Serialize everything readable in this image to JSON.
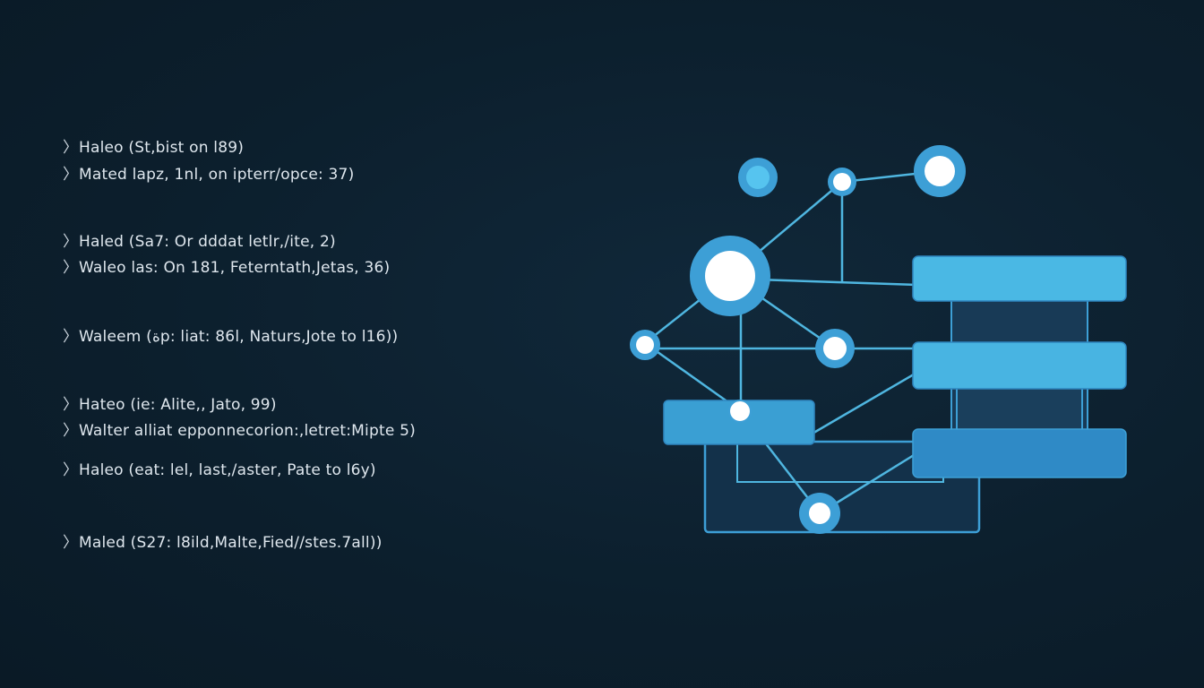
{
  "log": {
    "prompt_glyph": "〉",
    "lines": [
      "Haleo (St,bist on l89)",
      "Mated lapz, 1nl, on ipterr/opce: 37)",
      "Haled (Sa7: Or dddat letlr,/ite, 2)",
      "Waleo las: On 181, Feterntath,Jetas, 36)",
      "Waleem (ةp: liat: 86l, Naturs,Jote to l16))",
      "Hateo (ie: Alite,, Jato, 99)",
      "Walter alliat epponnecorion:,letret:Mipte 5)",
      "Haleo (eat: lel, last,/aster, Pate to l6y)",
      "Maled (S27: l8ild,Malte,Fied//stes.7all))"
    ]
  },
  "diagram": {
    "colors": {
      "line": "#4fb6e0",
      "node_ring": "#3d9fd6",
      "node_core": "#ffffff",
      "slab_light": "#4ab8e4",
      "slab_mid": "#3a9fd3",
      "slab_dark": "#2f86c0",
      "frame": "#3d9fd6",
      "frame_fill": "#14324a"
    }
  }
}
